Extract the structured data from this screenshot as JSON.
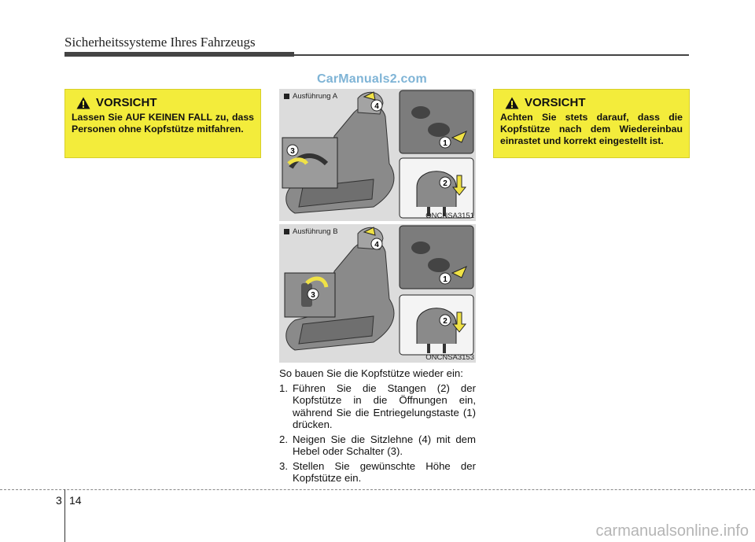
{
  "header": {
    "title": "Sicherheitssysteme Ihres Fahrzeugs"
  },
  "watermark": "CarManuals2.com",
  "caution_left": {
    "title": "VORSICHT",
    "text": "Lassen Sie AUF KEINEN FALL zu, dass Personen ohne Kopfstütze mitfahren."
  },
  "caution_right": {
    "title": "VORSICHT",
    "text": "Achten Sie stets darauf, dass die Kopfstütze nach dem Wiedereinbau einrastet und korrekt eingestellt ist."
  },
  "figures": [
    {
      "label": "Ausführung A",
      "code": "ONCNSA3151",
      "callouts": [
        "1",
        "2",
        "3",
        "4"
      ]
    },
    {
      "label": "Ausführung B",
      "code": "ONCNSA3153",
      "callouts": [
        "1",
        "2",
        "3",
        "4"
      ]
    }
  ],
  "instructions": {
    "intro": "So bauen Sie die Kopfstütze wieder ein:",
    "steps": [
      {
        "num": "1.",
        "text": "Führen Sie die Stangen (2) der Kopfstütze in die Öffnungen ein, während Sie die Entriegelungstaste (1) drücken."
      },
      {
        "num": "2.",
        "text": "Neigen Sie die Sitzlehne (4) mit dem Hebel oder Schalter (3)."
      },
      {
        "num": "3.",
        "text": "Stellen Sie gewünschte Höhe der Kopfstütze ein."
      }
    ]
  },
  "footer": {
    "chapter": "3",
    "page": "14",
    "site": "carmanualsonline.info"
  },
  "colors": {
    "caution_bg": "#f3ec3b",
    "arrow": "#f0e246"
  }
}
